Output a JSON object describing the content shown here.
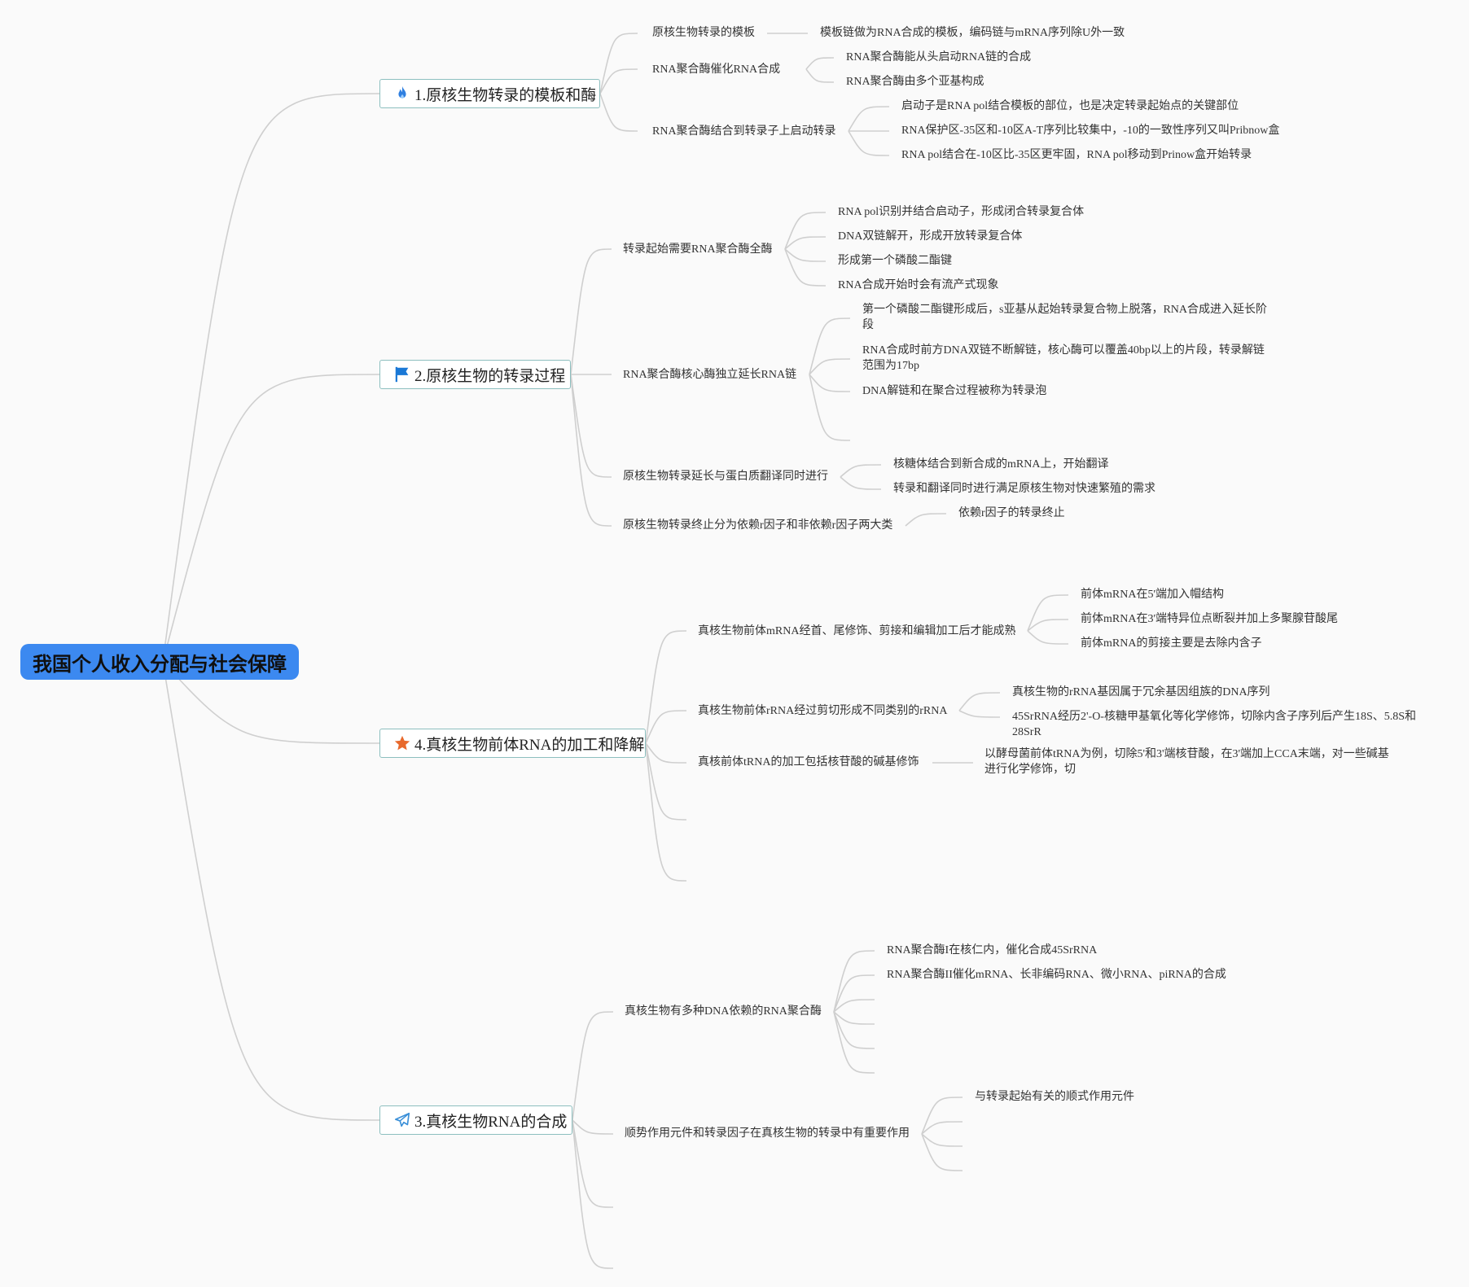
{
  "root": {
    "title": "我国个人收入分配与社会保障"
  },
  "branches": {
    "b1": {
      "label": "1.原核生物转录的模板和酶",
      "icon": "flame-icon",
      "nodes": {
        "template": "原核生物转录的模板",
        "template_detail": "模板链做为RNA合成的模板，编码链与mRNA序列除U外一致",
        "rnap_catalyze": "RNA聚合酶催化RNA合成",
        "rnap_c1": "RNA聚合酶能从头启动RNA链的合成",
        "rnap_c2": "RNA聚合酶由多个亚基构成",
        "rnap_bind": "RNA聚合酶结合到转录子上启动转录",
        "bind_c1": "启动子是RNA pol结合模板的部位，也是决定转录起始点的关键部位",
        "bind_c2": "RNA保护区-35区和-10区A-T序列比较集中，-10的一致性序列又叫Pribnow盒",
        "bind_c3": "RNA pol结合在-10区比-35区更牢固，RNA pol移动到Prinow盒开始转录"
      }
    },
    "b2": {
      "label": "2.原核生物的转录过程",
      "icon": "flag-icon",
      "nodes": {
        "initiation": "转录起始需要RNA聚合酶全酶",
        "init_c1": "RNA pol识别并结合启动子，形成闭合转录复合体",
        "init_c2": "DNA双链解开，形成开放转录复合体",
        "init_c3": "形成第一个磷酸二酯键",
        "init_c4": "RNA合成开始时会有流产式现象",
        "elongation": "RNA聚合酶核心酶独立延长RNA链",
        "elong_c1": "第一个磷酸二酯键形成后，s亚基从起始转录复合物上脱落，RNA合成进入延长阶段",
        "elong_c2": "RNA合成时前方DNA双链不断解链，核心酶可以覆盖40bp以上的片段，转录解链范围为17bp",
        "elong_c3": "DNA解链和在聚合过程被称为转录泡",
        "coupled": "原核生物转录延长与蛋白质翻译同时进行",
        "coupled_c1": "核糖体结合到新合成的mRNA上，开始翻译",
        "coupled_c2": "转录和翻译同时进行满足原核生物对快速繁殖的需求",
        "termination": "原核生物转录终止分为依赖r因子和非依赖r因子两大类",
        "term_c1": "依赖r因子的转录终止"
      }
    },
    "b4": {
      "label": "4.真核生物前体RNA的加工和降解",
      "icon": "star-icon",
      "nodes": {
        "mrna": "真核生物前体mRNA经首、尾修饰、剪接和编辑加工后才能成熟",
        "mrna_c1": "前体mRNA在5'端加入帽结构",
        "mrna_c2": "前体mRNA在3'端特异位点断裂并加上多聚腺苷酸尾",
        "mrna_c3": "前体mRNA的剪接主要是去除内含子",
        "rrna": "真核生物前体rRNA经过剪切形成不同类别的rRNA",
        "rrna_c1": "真核生物的rRNA基因属于冗余基因组族的DNA序列",
        "rrna_c2": "45SrRNA经历2'-O-核糖甲基氧化等化学修饰，切除内含子序列后产生18S、5.8S和28SrR",
        "trna": "真核前体tRNA的加工包括核苷酸的碱基修饰",
        "trna_c1": "以酵母菌前体tRNA为例，切除5'和3'端核苷酸，在3'端加上CCA末端，对一些碱基进行化学修饰，切"
      }
    },
    "b3": {
      "label": "3.真核生物RNA的合成",
      "icon": "paper-plane-icon",
      "nodes": {
        "polymerases": "真核生物有多种DNA依赖的RNA聚合酶",
        "pol_c1": "RNA聚合酶I在核仁内，催化合成45SrRNA",
        "pol_c2": "RNA聚合酶II催化mRNA、长非编码RNA、微小RNA、piRNA的合成",
        "cis": "顺势作用元件和转录因子在真核生物的转录中有重要作用",
        "cis_c1": "与转录起始有关的顺式作用元件"
      }
    }
  },
  "colors": {
    "root_bg": "#3c89f0",
    "branch_border": "#8dbfbf",
    "connector": "#cfcfcf",
    "flame": "#2f7fe0",
    "flag": "#1a78d6",
    "star": "#e8692c",
    "plane": "#3a8fd8"
  }
}
